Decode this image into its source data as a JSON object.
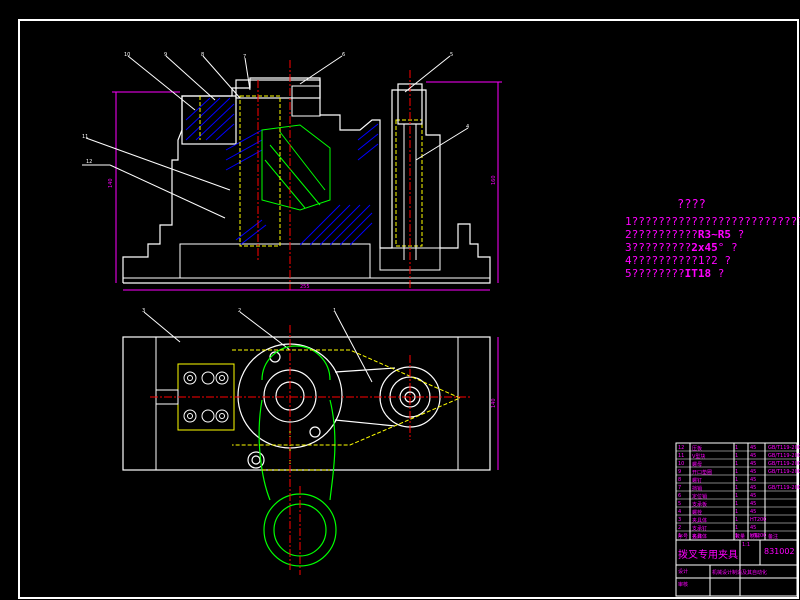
{
  "drawing": {
    "frame_color": "#ffffff",
    "line_colors": {
      "outline": "#ffffff",
      "hidden": "#ffff00",
      "center": "#ff0000",
      "hatch": "#0000ff",
      "part": "#00ff00",
      "dimension": "#ff00ff",
      "leader": "#ffffff"
    },
    "balloons": [
      "10",
      "9",
      "8",
      "7",
      "6",
      "5",
      "4",
      "3",
      "2",
      "1",
      "11",
      "12"
    ],
    "dimensions": {
      "overall_width": "255",
      "height_left": "140",
      "height_right": "160",
      "plan_height": "140"
    }
  },
  "notes": {
    "title": "????",
    "lines": [
      {
        "prefix": "1??????????????????????????",
        "highlight": ""
      },
      {
        "prefix": "2??????????",
        "highlight": "R3~R5",
        "suffix": " ?"
      },
      {
        "prefix": "3?????????",
        "highlight": "2x45",
        "suffix": "° ?"
      },
      {
        "prefix": "4??????????1?2 ",
        "highlight": "",
        "suffix": "?"
      },
      {
        "prefix": "5????????",
        "highlight": "IT18",
        "suffix": " ?"
      }
    ]
  },
  "title_block": {
    "rows": [
      {
        "no": "12",
        "name": "压板",
        "qty": "1",
        "mat": "45",
        "std": "GB/T119-2000"
      },
      {
        "no": "11",
        "name": "V型块",
        "qty": "1",
        "mat": "45",
        "std": "GB/T119-2000"
      },
      {
        "no": "10",
        "name": "螺母",
        "qty": "1",
        "mat": "45",
        "std": "GB/T119-2000"
      },
      {
        "no": "9",
        "name": "开口垫圈",
        "qty": "1",
        "mat": "45",
        "std": "GB/T119-2000"
      },
      {
        "no": "8",
        "name": "螺钉",
        "qty": "1",
        "mat": "45",
        "std": ""
      },
      {
        "no": "7",
        "name": "挡销",
        "qty": "1",
        "mat": "45",
        "std": "GB/T119-2000"
      },
      {
        "no": "6",
        "name": "定位销",
        "qty": "1",
        "mat": "45",
        "std": ""
      },
      {
        "no": "5",
        "name": "支承板",
        "qty": "1",
        "mat": "45",
        "std": ""
      },
      {
        "no": "4",
        "name": "螺栓",
        "qty": "1",
        "mat": "45",
        "std": ""
      },
      {
        "no": "3",
        "name": "夹具体",
        "qty": "1",
        "mat": "HT200",
        "std": ""
      },
      {
        "no": "2",
        "name": "支承钉",
        "qty": "1",
        "mat": "45",
        "std": ""
      },
      {
        "no": "1",
        "name": "夹具体",
        "qty": "1",
        "mat": "HT200",
        "std": ""
      }
    ],
    "header": {
      "no": "序号",
      "name": "名称",
      "qty": "数量",
      "mat": "材料",
      "std": "备注"
    },
    "name": "拨叉专用夹具",
    "code": "831002",
    "scale": "1:1",
    "org": "机械设计制造及其自动化",
    "designer": "设计",
    "checker": "审核"
  }
}
